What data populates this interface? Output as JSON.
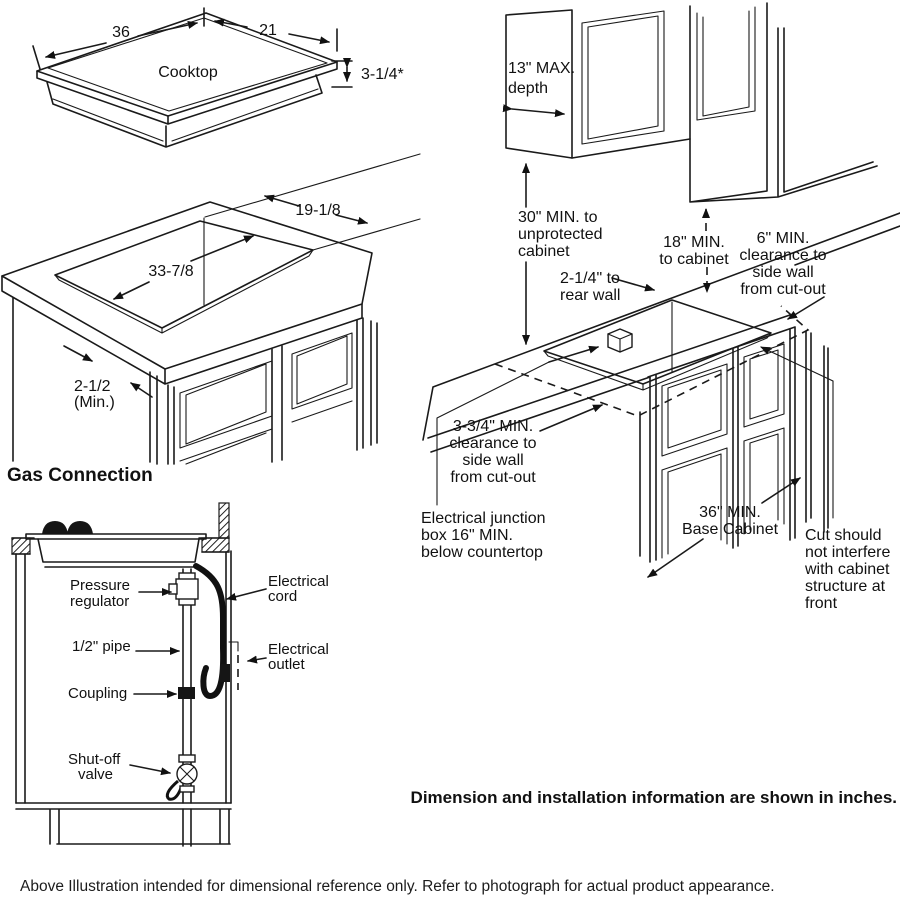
{
  "page": {
    "background": "#ffffff",
    "line_color": "#1a1a1a"
  },
  "cooktop_diagram": {
    "width": "36",
    "depth": "21",
    "height": "3-1/4*",
    "label": "Cooktop"
  },
  "cutout_diagram": {
    "cut_width": "19-1/8",
    "cut_length": "33-7/8",
    "front_min": [
      "2-1/2",
      "(Min.)"
    ]
  },
  "gas_diagram": {
    "heading": "Gas Connection",
    "pressure_regulator": [
      "Pressure",
      "regulator"
    ],
    "pipe": "1/2\" pipe",
    "coupling": "Coupling",
    "shutoff_valve": [
      "Shut-off",
      "valve"
    ],
    "electrical_cord": [
      "Electrical",
      "cord"
    ],
    "electrical_outlet": [
      "Electrical",
      "outlet"
    ]
  },
  "install_diagram": {
    "max_depth": [
      "13\" MAX.",
      "depth"
    ],
    "unprotected": [
      "30\" MIN. to",
      "unprotected",
      "cabinet"
    ],
    "to_cabinet": [
      "18\" MIN.",
      "to cabinet"
    ],
    "side_wall_right": [
      "6\" MIN.",
      "clearance to",
      "side wall",
      "from cut-out"
    ],
    "rear_wall": [
      "2-1/4\" to",
      "rear wall"
    ],
    "side_wall_left": [
      "3-3/4\" MIN.",
      "clearance to",
      "side wall",
      "from cut-out"
    ],
    "junction_box": [
      "Electrical junction",
      "box 16\" MIN.",
      "below countertop"
    ],
    "base_cabinet": [
      "36\" MIN.",
      "Base Cabinet"
    ],
    "cut_warning": [
      "Cut should",
      "not interfere",
      "with cabinet",
      "structure at",
      "front"
    ]
  },
  "notes": {
    "dimensions": "Dimension and installation information are shown in inches.",
    "footer": "Above Illustration intended for dimensional reference only. Refer to photograph for actual product appearance."
  }
}
